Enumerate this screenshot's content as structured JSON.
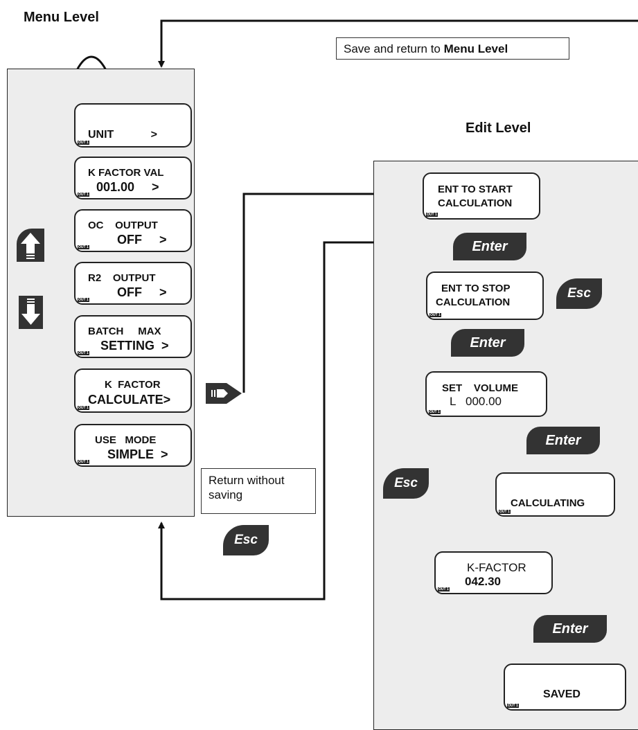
{
  "headings": {
    "menu_level": "Menu Level",
    "edit_level": "Edit Level"
  },
  "notes": {
    "save_prefix": "Save and return to ",
    "save_emph": "Menu Level",
    "return_without_saving": "Return without saving"
  },
  "menu_items": [
    {
      "l1": "",
      "l2": "UNIT            >",
      "tag": "OUT 1"
    },
    {
      "l1": "K FACTOR VAL",
      "l2": "001.00     >",
      "tag": "OUT 1"
    },
    {
      "l1": "OC    OUTPUT",
      "l2": "OFF     >",
      "tag": "OUT 1"
    },
    {
      "l1": "R2    OUTPUT",
      "l2": "OFF     >",
      "tag": "OUT 1"
    },
    {
      "l1": "BATCH     MAX",
      "l2": "SETTING  >",
      "tag": "OUT 1"
    },
    {
      "l1": "K  FACTOR",
      "l2": "CALCULATE>",
      "tag": "OUT 1"
    },
    {
      "l1": "USE   MODE",
      "l2": "SIMPLE  >",
      "tag": "OUT 1"
    }
  ],
  "edit_states": {
    "ent_start": {
      "l1": "ENT TO START",
      "l2": "CALCULATION",
      "tag": "OUT 1"
    },
    "ent_stop": {
      "l1": "ENT TO STOP",
      "l2": "CALCULATION",
      "tag": "OUT 1"
    },
    "set_volume": {
      "l1": "SET    VOLUME",
      "l2": "L   000.00",
      "tag": "OUT 1"
    },
    "calculating": {
      "l1": "CALCULATING",
      "tag": "OUT 1"
    },
    "k_factor": {
      "l1": "K-FACTOR",
      "l2": "042.30",
      "tag": "OUT 1"
    },
    "saved": {
      "l1": "SAVED",
      "tag": "OUT 1"
    }
  },
  "keys": {
    "enter": "Enter",
    "esc": "Esc"
  },
  "icons": [
    "up-arrow-icon",
    "down-arrow-icon",
    "right-arrow-icon"
  ]
}
